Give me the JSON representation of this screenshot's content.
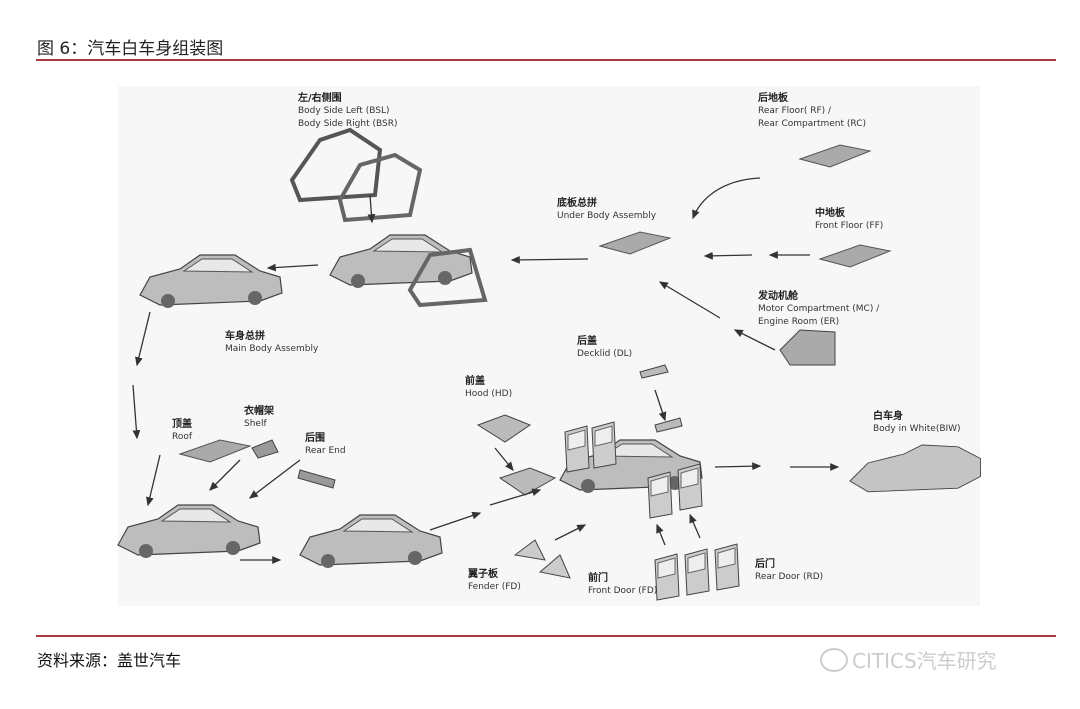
{
  "title": "图 6：汽车白车身组装图",
  "labels": {
    "bsl": {
      "zh": "左/右侧围",
      "en1": "Body Side Left (BSL)",
      "en2": "Body Side Right (BSR)"
    },
    "rf": {
      "zh": "后地板",
      "en1": "Rear Floor( RF) /",
      "en2": "Rear Compartment (RC)"
    },
    "ub": {
      "zh": "底板总拼",
      "en1": "Under Body Assembly"
    },
    "ff": {
      "zh": "中地板",
      "en1": "Front Floor (FF)"
    },
    "mc": {
      "zh": "发动机舱",
      "en1": "Motor Compartment (MC) /",
      "en2": "Engine Room (ER)"
    },
    "mb": {
      "zh": "车身总拼",
      "en1": "Main Body  Assembly"
    },
    "roof": {
      "zh": "顶盖",
      "en1": "Roof"
    },
    "shelf": {
      "zh": "衣帽架",
      "en1": "Shelf"
    },
    "rear": {
      "zh": "后围",
      "en1": "Rear End"
    },
    "hood": {
      "zh": "前盖",
      "en1": "Hood (HD)"
    },
    "dl": {
      "zh": "后盖",
      "en1": "Decklid (DL)"
    },
    "biw": {
      "zh": "白车身",
      "en1": "Body in White(BIW)"
    },
    "fender": {
      "zh": "翼子板",
      "en1": "Fender (FD)"
    },
    "fd": {
      "zh": "前门",
      "en1": "Front Door (FD)"
    },
    "rd": {
      "zh": "后门",
      "en1": "Rear Door (RD)"
    }
  },
  "source": "资料来源：盖世汽车",
  "watermark": "CITICS汽车研究",
  "colors": {
    "rule": "#a83a3a",
    "part": "#9a9a9a"
  }
}
